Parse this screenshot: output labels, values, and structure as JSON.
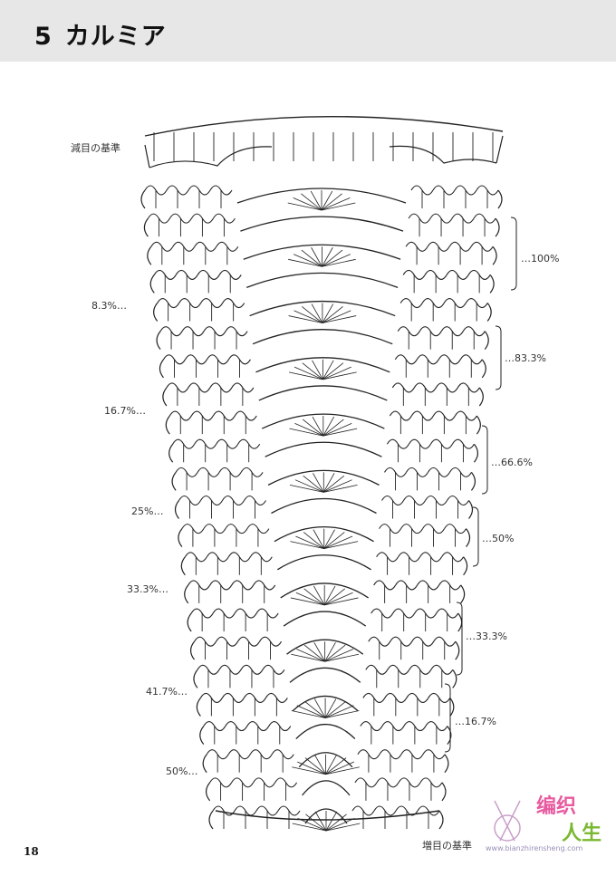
{
  "header": {
    "number": "5",
    "title": "カルミア"
  },
  "labels": {
    "decrease_base": "減目の基準",
    "increase_base": "増目の基準"
  },
  "left_percents": [
    "8.3%…",
    "16.7%…",
    "25%…",
    "33.3%…",
    "41.7%…",
    "50%…"
  ],
  "right_percents": [
    "…100%",
    "…83.3%",
    "…66.6%",
    "…50%",
    "…33.3%",
    "…16.7%"
  ],
  "page_number": "18",
  "watermark": {
    "line1": "编织",
    "line2": "人生",
    "url": "www.bianzhirensheng.com"
  },
  "colors": {
    "header_bg": "#e7e7e7",
    "ink": "#222222"
  }
}
